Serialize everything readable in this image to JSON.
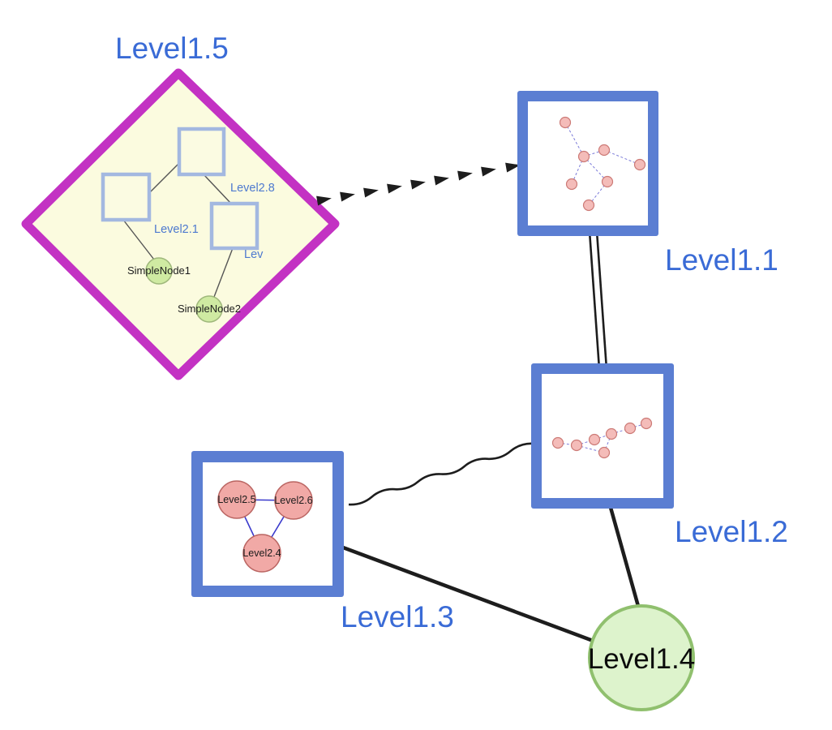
{
  "diagram": {
    "type": "nested-graph",
    "groups": {
      "level15": {
        "label": "Level1.5",
        "shape": "diamond",
        "border_color": "#c332c3",
        "fill_color": "#fbfbdf",
        "children": {
          "square_top": {
            "label": "Level2.8"
          },
          "square_left": {
            "label": "Level2.1"
          },
          "square_right": {
            "label": "Lev"
          },
          "simple_node_1": {
            "label": "SimpleNode1"
          },
          "simple_node_2": {
            "label": "SimpleNode2"
          }
        }
      }
    },
    "nodes": {
      "level1_1": {
        "label": "Level1.1",
        "shape": "square",
        "border_color": "#5b7ed2"
      },
      "level1_2": {
        "label": "Level1.2",
        "shape": "square",
        "border_color": "#5b7ed2"
      },
      "level1_3": {
        "label": "Level1.3",
        "shape": "square",
        "border_color": "#5b7ed2",
        "children": {
          "level2_5": {
            "label": "Level2.5"
          },
          "level2_6": {
            "label": "Level2.6"
          },
          "level2_4": {
            "label": "Level2.4"
          }
        }
      },
      "level1_4": {
        "label": "Level1.4",
        "shape": "circle",
        "fill_color": "#ddf3cc",
        "border_color": "#90c06e"
      }
    },
    "edges": [
      {
        "from": "Level1.5",
        "to": "Level1.1",
        "style": "dashed-arrow-chain",
        "color": "#1d1d1d"
      },
      {
        "from": "Level1.1",
        "to": "Level1.2",
        "style": "double-line",
        "color": "#1d1d1d"
      },
      {
        "from": "Level1.3",
        "to": "Level1.2",
        "style": "wavy",
        "color": "#333333"
      },
      {
        "from": "Level1.3",
        "to": "Level1.4",
        "style": "solid",
        "color": "#1d1d1d"
      },
      {
        "from": "Level1.2",
        "to": "Level1.4",
        "style": "solid",
        "color": "#1d1d1d"
      }
    ],
    "colors": {
      "node_label": "#3a6bd6",
      "inner_label": "#4d79cf",
      "mini_node_fill": "#f4bcb9",
      "mini_node_border": "#cc7a76",
      "mini_edge": "#7b7bd9",
      "pink_node_fill": "#f1a9a6",
      "green_node_fill": "#cfeaa2"
    }
  }
}
